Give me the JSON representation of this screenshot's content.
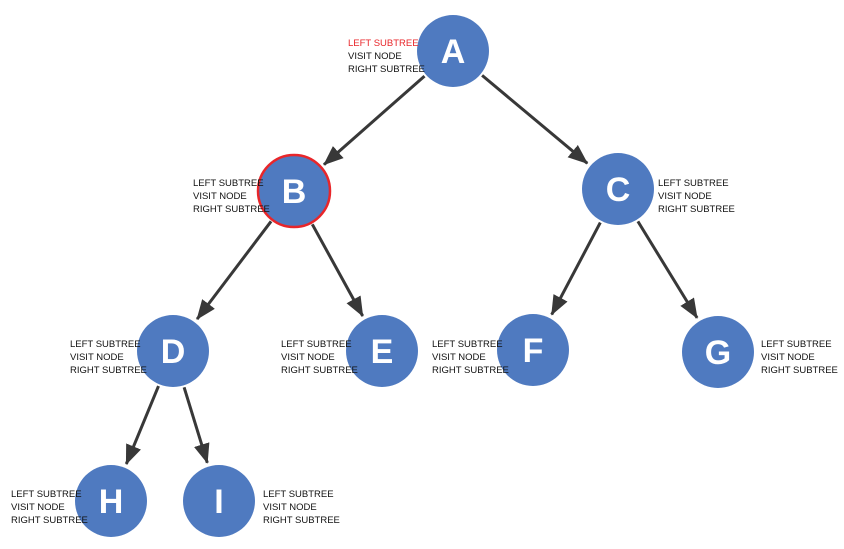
{
  "colors": {
    "node_fill": "#4f7ac0",
    "node_stroke_active": "#e8262a",
    "edge": "#383838",
    "label_text": "#111111",
    "label_highlight": "#e8262a"
  },
  "traversal_steps": [
    "LEFT SUBTREE",
    "VISIT NODE",
    "RIGHT SUBTREE"
  ],
  "nodes": [
    {
      "id": "A",
      "letter": "A",
      "active": false,
      "highlight_step": 0
    },
    {
      "id": "B",
      "letter": "B",
      "active": true,
      "highlight_step": null
    },
    {
      "id": "C",
      "letter": "C",
      "active": false,
      "highlight_step": null
    },
    {
      "id": "D",
      "letter": "D",
      "active": false,
      "highlight_step": null
    },
    {
      "id": "E",
      "letter": "E",
      "active": false,
      "highlight_step": null
    },
    {
      "id": "F",
      "letter": "F",
      "active": false,
      "highlight_step": null
    },
    {
      "id": "G",
      "letter": "G",
      "active": false,
      "highlight_step": null
    },
    {
      "id": "H",
      "letter": "H",
      "active": false,
      "highlight_step": null
    },
    {
      "id": "I",
      "letter": "I",
      "active": false,
      "highlight_step": null
    }
  ],
  "edges": [
    {
      "from": "A",
      "to": "B"
    },
    {
      "from": "A",
      "to": "C"
    },
    {
      "from": "B",
      "to": "D"
    },
    {
      "from": "B",
      "to": "E"
    },
    {
      "from": "C",
      "to": "F"
    },
    {
      "from": "C",
      "to": "G"
    },
    {
      "from": "D",
      "to": "H"
    },
    {
      "from": "D",
      "to": "I"
    }
  ]
}
